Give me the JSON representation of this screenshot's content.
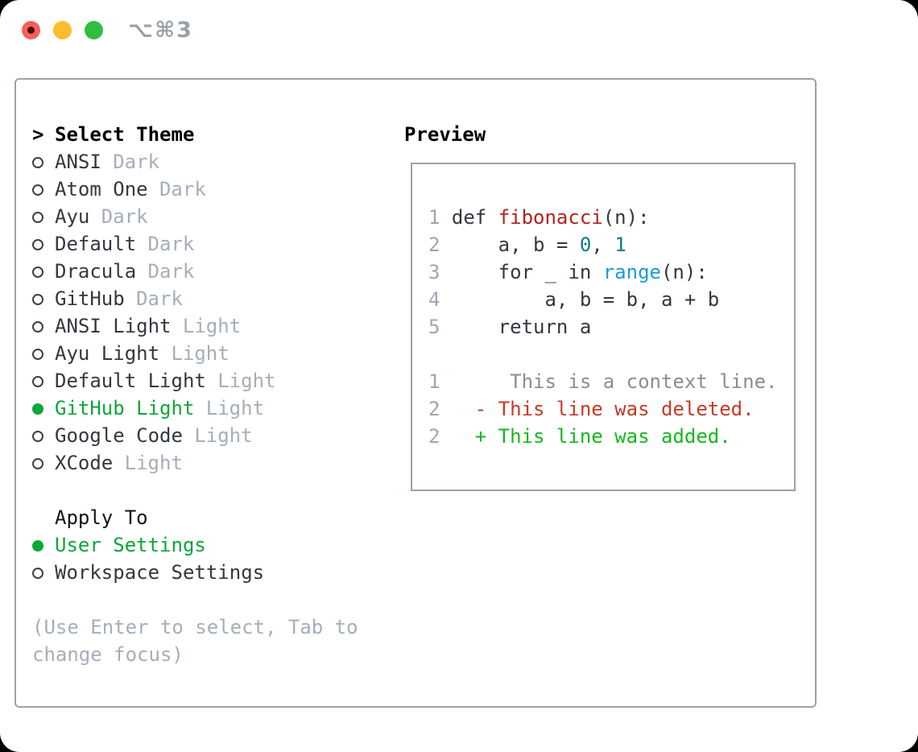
{
  "window": {
    "title": "⌥⌘3"
  },
  "icons": {
    "close": "red-traffic-light-circle-with-dark-dot",
    "minimize": "yellow-traffic-light-circle",
    "zoom": "green-traffic-light-circle",
    "focused_item_marker": ">",
    "radio_unselected": "○",
    "radio_selected": "●"
  },
  "colors": {
    "panel_border": "#9aa3ad",
    "text_dark": "#33383f",
    "text_muted": "#a6aeb9",
    "selection_green": "#0ca639",
    "code_red": "#b32221",
    "code_teal": "#0a7b80",
    "code_blue": "#1a9cd6",
    "diff_context_gray": "#878e95",
    "diff_deleted_red": "#c43a28",
    "diff_added_green": "#16b61f",
    "traffic_red": "#f4605c",
    "traffic_yellow": "#fcbd2f",
    "traffic_green": "#2fbe41"
  },
  "left": {
    "header_prefix": ">",
    "header": "Select Theme",
    "themes": [
      {
        "name": "ANSI",
        "variant": "Dark",
        "selected": false
      },
      {
        "name": "Atom One",
        "variant": "Dark",
        "selected": false
      },
      {
        "name": "Ayu",
        "variant": "Dark",
        "selected": false
      },
      {
        "name": "Default",
        "variant": "Dark",
        "selected": false
      },
      {
        "name": "Dracula",
        "variant": "Dark",
        "selected": false
      },
      {
        "name": "GitHub",
        "variant": "Dark",
        "selected": false
      },
      {
        "name": "ANSI Light",
        "variant": "Light",
        "selected": false
      },
      {
        "name": "Ayu Light",
        "variant": "Light",
        "selected": false
      },
      {
        "name": "Default Light",
        "variant": "Light",
        "selected": false
      },
      {
        "name": "GitHub Light",
        "variant": "Light",
        "selected": true
      },
      {
        "name": "Google Code",
        "variant": "Light",
        "selected": false
      },
      {
        "name": "XCode",
        "variant": "Light",
        "selected": false
      }
    ],
    "apply_to": {
      "label": "Apply To",
      "options": [
        {
          "name": "User Settings",
          "selected": true
        },
        {
          "name": "Workspace Settings",
          "selected": false
        }
      ]
    },
    "hint_line1": "(Use Enter to select, Tab to",
    "hint_line2": "change focus)"
  },
  "preview": {
    "label": "Preview",
    "code": [
      {
        "no": "1",
        "s1": " def ",
        "s2": "fibonacci",
        "s3": "(n):"
      },
      {
        "no": "2",
        "s1": "     a, b = ",
        "s2": "0",
        "s3": ", ",
        "s4": "1"
      },
      {
        "no": "3",
        "s1": "     for _ in ",
        "s2": "range",
        "s3": "(n):"
      },
      {
        "no": "4",
        "s1": "         a, b = b, a + b"
      },
      {
        "no": "5",
        "s1": "     return a"
      }
    ],
    "diff": [
      {
        "no": "1",
        "text": "      This is a context line.",
        "kind": "context"
      },
      {
        "no": "2",
        "text": "   - This line was deleted.",
        "kind": "deleted"
      },
      {
        "no": "2",
        "text": "   + This line was added.",
        "kind": "added"
      }
    ]
  }
}
